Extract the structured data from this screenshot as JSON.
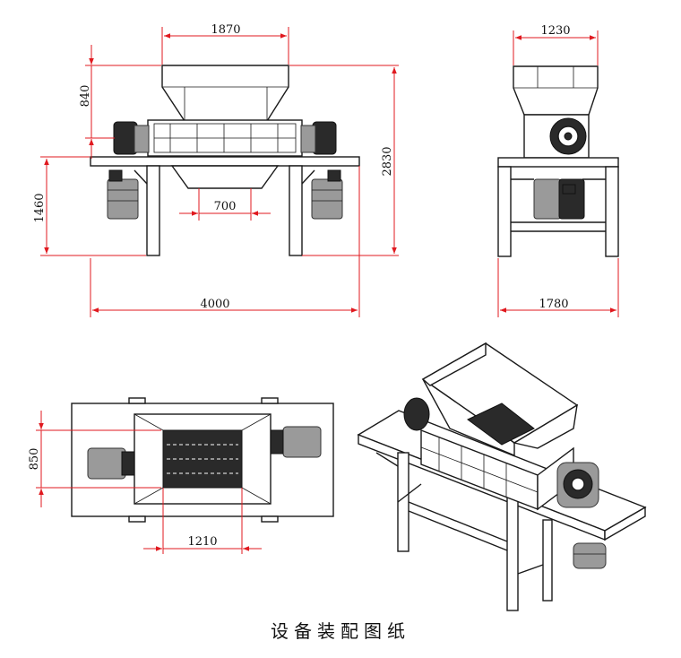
{
  "caption": "设备装配图纸",
  "dimensions": {
    "front_hopper_width": "1870",
    "front_hopper_height": "840",
    "front_total_height": "2830",
    "front_frame_height": "1460",
    "front_outlet_width": "700",
    "front_total_length": "4000",
    "side_hopper_width": "1230",
    "side_base_width": "1780",
    "top_chamber_width": "850",
    "top_chamber_length": "1210"
  },
  "colors": {
    "dimension_line": "#e0191f",
    "drawing_line": "#1a1a1a"
  }
}
